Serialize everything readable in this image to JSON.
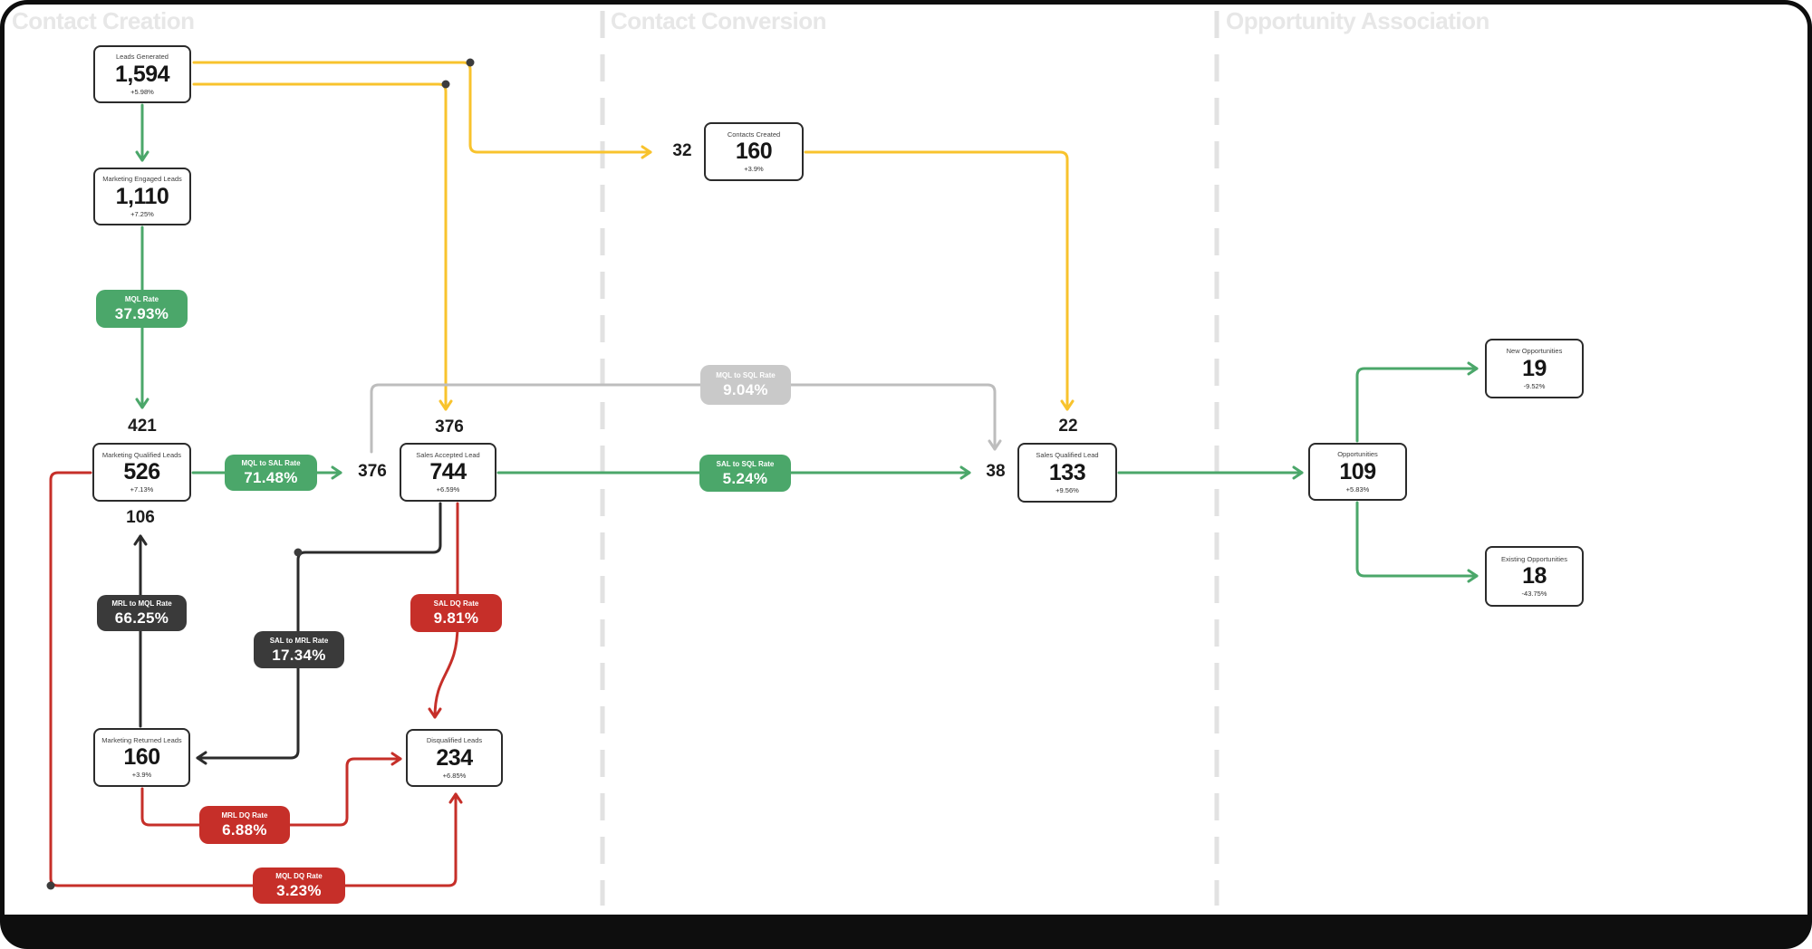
{
  "section_headers": [
    {
      "label": "Contact Creation"
    },
    {
      "label": "Contact Conversion"
    },
    {
      "label": "Opportunity Association"
    }
  ],
  "palette": {
    "edge_green": "#4ba76a",
    "edge_yellow": "#f8c32d",
    "edge_red": "#c62f29",
    "edge_black": "#2b2b2b",
    "edge_gray": "#bdbdbd",
    "rate_green_bg": "#4ba76a",
    "rate_red_bg": "#c62f29",
    "rate_dark_bg": "#3a3a3a",
    "rate_gray_bg": "#c9c9c9",
    "node_border": "#2b2b2b",
    "header_text": "#e7e7e7",
    "frame": "#0e0e0e"
  },
  "nodes": {
    "leads_generated": {
      "label": "Leads Generated",
      "value": "1,594",
      "change": "+5.98%"
    },
    "marketing_engaged_leads": {
      "label": "Marketing Engaged Leads",
      "value": "1,110",
      "change": "+7.25%"
    },
    "mql_rate": {
      "label": "MQL Rate",
      "value": "37.93%"
    },
    "marketing_qualified_leads": {
      "label": "Marketing Qualified Leads",
      "value": "526",
      "change": "+7.13%"
    },
    "mql_to_sal_rate": {
      "label": "MQL to SAL Rate",
      "value": "71.48%"
    },
    "sales_accepted_lead": {
      "label": "Sales Accepted Lead",
      "value": "744",
      "change": "+6.59%"
    },
    "contacts_created": {
      "label": "Contacts Created",
      "value": "160",
      "change": "+3.9%"
    },
    "mql_to_sql_rate": {
      "label": "MQL to SQL Rate",
      "value": "9.04%"
    },
    "sal_to_sql_rate": {
      "label": "SAL to SQL Rate",
      "value": "5.24%"
    },
    "sales_qualified_lead": {
      "label": "Sales Qualified Lead",
      "value": "133",
      "change": "+9.56%"
    },
    "opportunities": {
      "label": "Opportunities",
      "value": "109",
      "change": "+5.83%"
    },
    "new_opportunities": {
      "label": "New Opportunities",
      "value": "19",
      "change": "-9.52%"
    },
    "existing_opportunities": {
      "label": "Existing Opportunities",
      "value": "18",
      "change": "-43.75%"
    },
    "mrl_to_mql_rate": {
      "label": "MRL to MQL Rate",
      "value": "66.25%"
    },
    "sal_to_mrl_rate": {
      "label": "SAL to MRL Rate",
      "value": "17.34%"
    },
    "sal_dq_rate": {
      "label": "SAL DQ Rate",
      "value": "9.81%"
    },
    "marketing_returned_leads": {
      "label": "Marketing Returned Leads",
      "value": "160",
      "change": "+3.9%"
    },
    "disqualified_leads": {
      "label": "Disqualified Leads",
      "value": "234",
      "change": "+6.85%"
    },
    "mrl_dq_rate": {
      "label": "MRL DQ Rate",
      "value": "6.88%"
    },
    "mql_dq_rate": {
      "label": "MQL DQ Rate",
      "value": "3.23%"
    }
  },
  "edge_labels": {
    "into_mql": "421",
    "mrl_to_mql_count": "106",
    "into_sal_left": "376",
    "into_sal_top": "376",
    "into_contacts": "32",
    "into_sql_top": "22",
    "into_sql_left": "38"
  }
}
